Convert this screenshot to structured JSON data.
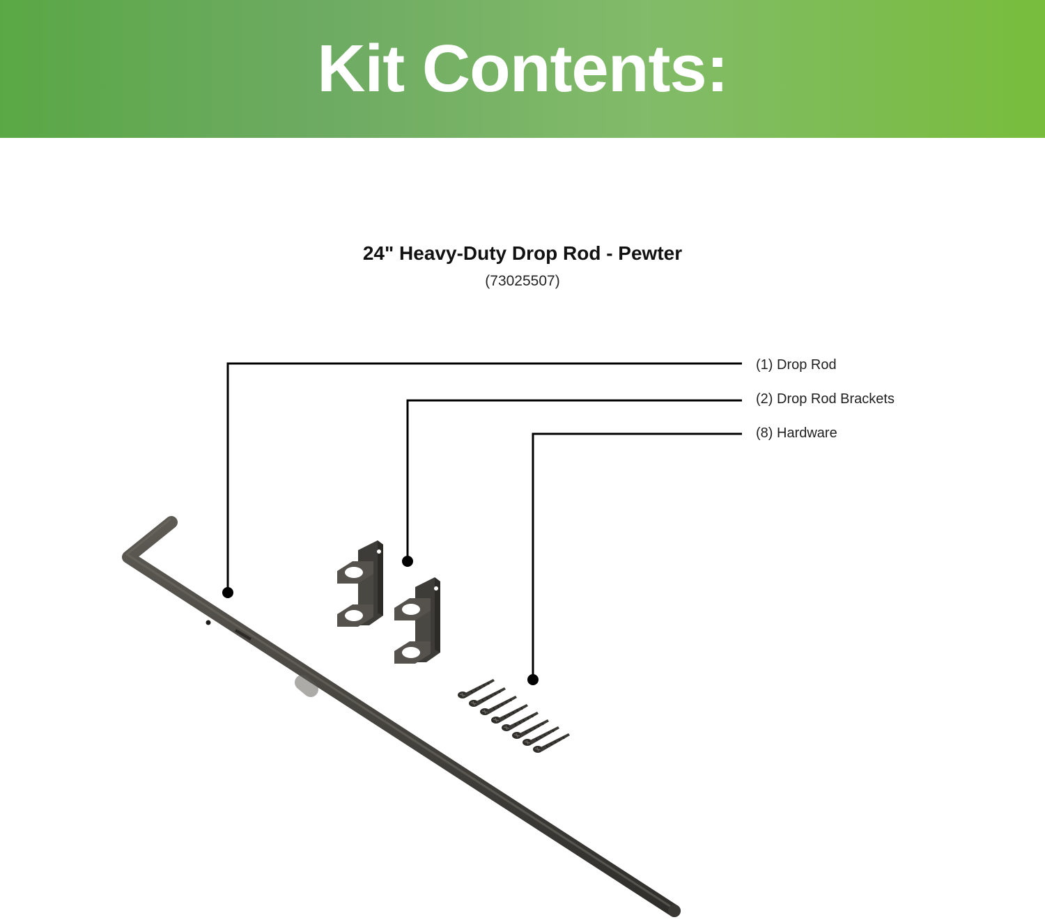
{
  "banner": {
    "title": "Kit Contents:",
    "gradient_colors": [
      "#5aa845",
      "#82bb69",
      "#78bd3c"
    ]
  },
  "product": {
    "name": "24\" Heavy-Duty Drop Rod - Pewter",
    "sku": "(73025507)"
  },
  "callouts": [
    {
      "label": "(1) Drop Rod",
      "item": "drop-rod"
    },
    {
      "label": "(2) Drop Rod Brackets",
      "item": "drop-rod-bracket"
    },
    {
      "label": "(8) Hardware",
      "item": "screw"
    }
  ],
  "colors": {
    "metal": "#4a4843",
    "leader_line": "#000000"
  }
}
